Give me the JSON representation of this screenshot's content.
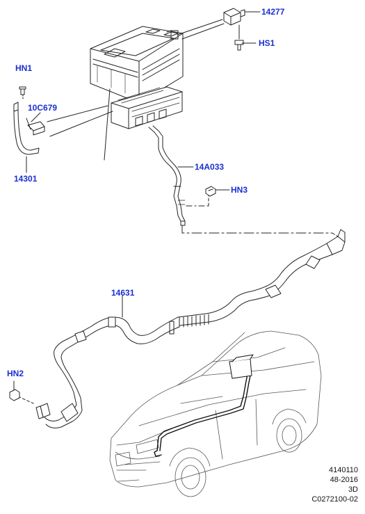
{
  "labels": {
    "p14277": "14277",
    "hs1": "HS1",
    "hn1": "HN1",
    "p10c679": "10C679",
    "p14301": "14301",
    "p14a033": "14A033",
    "hn3": "HN3",
    "p14631": "14631",
    "hn2": "HN2"
  },
  "footer": {
    "line1": "4140110",
    "line2": "48-2016",
    "line3": "3D",
    "line4": "C0272100-02"
  },
  "colors": {
    "label": "#1a2fd0",
    "line": "#222222",
    "fill": "#ffffff"
  }
}
